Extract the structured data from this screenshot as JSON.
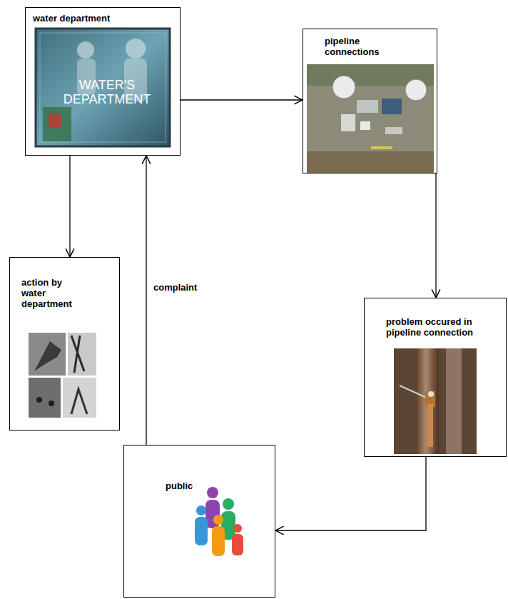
{
  "diagram": {
    "nodes": [
      {
        "text": [
          "water department"
        ]
      },
      {
        "text": [
          "pipeline connections"
        ]
      },
      {
        "text": [
          "action by water department"
        ]
      },
      {
        "text": [
          "problem occured in pipeline connection"
        ]
      },
      {
        "text": [
          "public"
        ]
      }
    ],
    "edges": [
      {
        "from": 0,
        "to": 1,
        "arrow": "to"
      },
      {
        "from": 1,
        "to": 3,
        "arrow": "to"
      },
      {
        "from": 3,
        "to": 4,
        "arrow": "to"
      },
      {
        "from": 4,
        "to": 0,
        "label": "complaint",
        "arrow": "to"
      },
      {
        "from": 0,
        "to": 2,
        "arrow": "to"
      }
    ],
    "labels": [
      "WATER'S DEPARTMENT"
    ]
  }
}
